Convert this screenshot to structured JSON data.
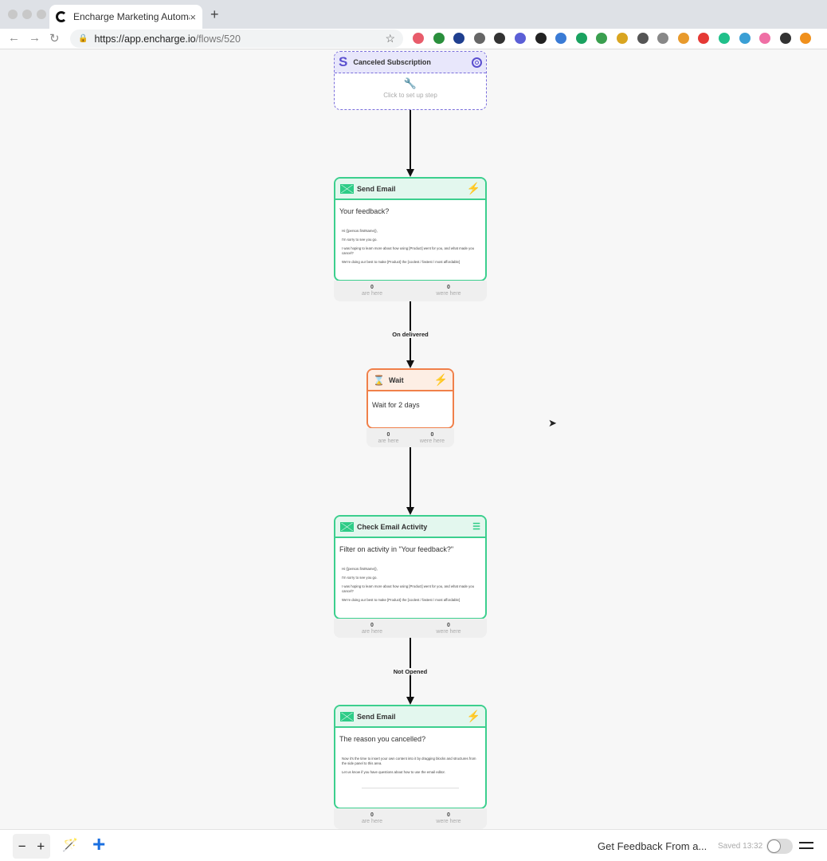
{
  "browser": {
    "tab_title": "Encharge Marketing Automatio",
    "url_host": "https://app.encharge.io",
    "url_path": "/flows/520",
    "new_tab": "+",
    "close": "×"
  },
  "extensions": [
    "#e85c6b",
    "#2a8f3c",
    "#1f3f8f",
    "#666",
    "#333",
    "#5b5fd6",
    "#222",
    "#3a7bd5",
    "#1aa260",
    "#3a9f4f",
    "#d9a520",
    "#555",
    "#888",
    "#e89a2c",
    "#e53935",
    "#20c08a",
    "#3a9fd5",
    "#ef6fa5",
    "#333",
    "#f0901c"
  ],
  "trigger": {
    "title": "Canceled Subscription",
    "logo": "S",
    "hint": "Click to set up step"
  },
  "nodes": [
    {
      "title": "Send Email",
      "subject": "Your feedback?",
      "body": [
        "Hi {{person.firstName}},",
        "I'm sorry to see you go.",
        "I was hoping to learn more about how using [Product] went for you, and what made you cancel?",
        "We're doing our best to make [Product] the [coolest / fastest / most affordable]"
      ],
      "are_here": "0",
      "were_here": "0"
    },
    {
      "title": "Wait",
      "subject": "Wait for 2 days",
      "are_here": "0",
      "were_here": "0"
    },
    {
      "title": "Check Email Activity",
      "subject": "Filter on activity in \"Your feedback?\"",
      "body": [
        "Hi {{person.firstName}},",
        "I'm sorry to see you go.",
        "I was hoping to learn more about how using [Product] went for you, and what made you cancel?",
        "We're doing our best to make [Product] the [coolest / fastest / most affordable]"
      ],
      "are_here": "0",
      "were_here": "0"
    },
    {
      "title": "Send Email",
      "subject": "The reason you cancelled?",
      "body": [
        "Now it's the time to insert your own content into it by dragging blocks and structures from the side panel to this area.",
        "Let us know if you have questions about how to use the email editor."
      ],
      "are_here": "0",
      "were_here": "0"
    }
  ],
  "stats_labels": {
    "are_here": "are here",
    "were_here": "were here"
  },
  "edges": {
    "on_delivered": "On delivered",
    "not_opened": "Not Opened"
  },
  "bottom": {
    "zoom_out": "−",
    "zoom_in": "+",
    "add": "+",
    "flow_name": "Get Feedback From a...",
    "saved": "Saved 13:32",
    "active": false
  },
  "colors": {
    "green": "#3ccf8e",
    "orange": "#f0804a",
    "purple": "#6a5acd"
  }
}
